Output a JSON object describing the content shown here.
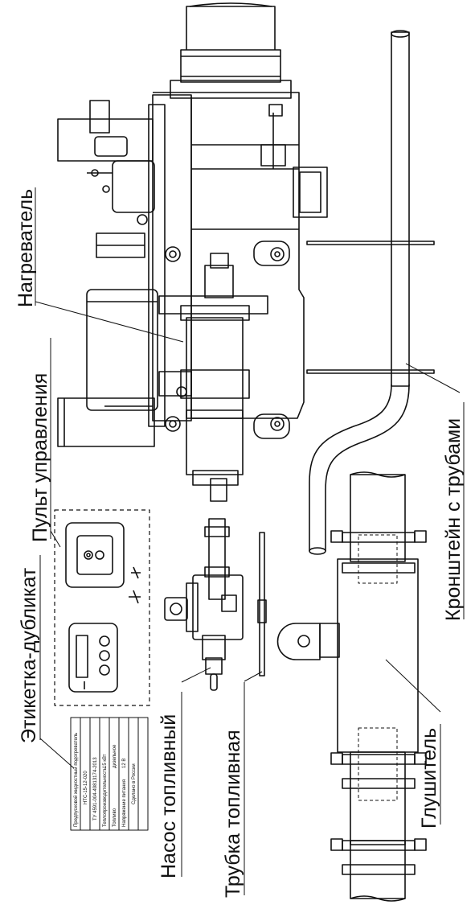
{
  "labels": {
    "heater": "Нагреватель",
    "control_panel": "Пульт управления",
    "label_duplicate": "Этикетка-дубликат",
    "fuel_pump": "Насос топливный",
    "fuel_tube": "Трубка топливная",
    "bracket": "Кронштейн с трубами",
    "muffler": "Глушитель"
  },
  "tag": {
    "l1": "Предпусковой жидкостный подогреватель",
    "l2": "НТС-15-12-020",
    "l3": "ТУ 4591-004-49813174-2013",
    "l4": "Теплопроизводительность",
    "l5": "15 кВт",
    "l6": "Топливо",
    "l7": "дизельное",
    "l8": "Напряжение питания",
    "l9": "12 В",
    "l10": "Сделано в России"
  }
}
